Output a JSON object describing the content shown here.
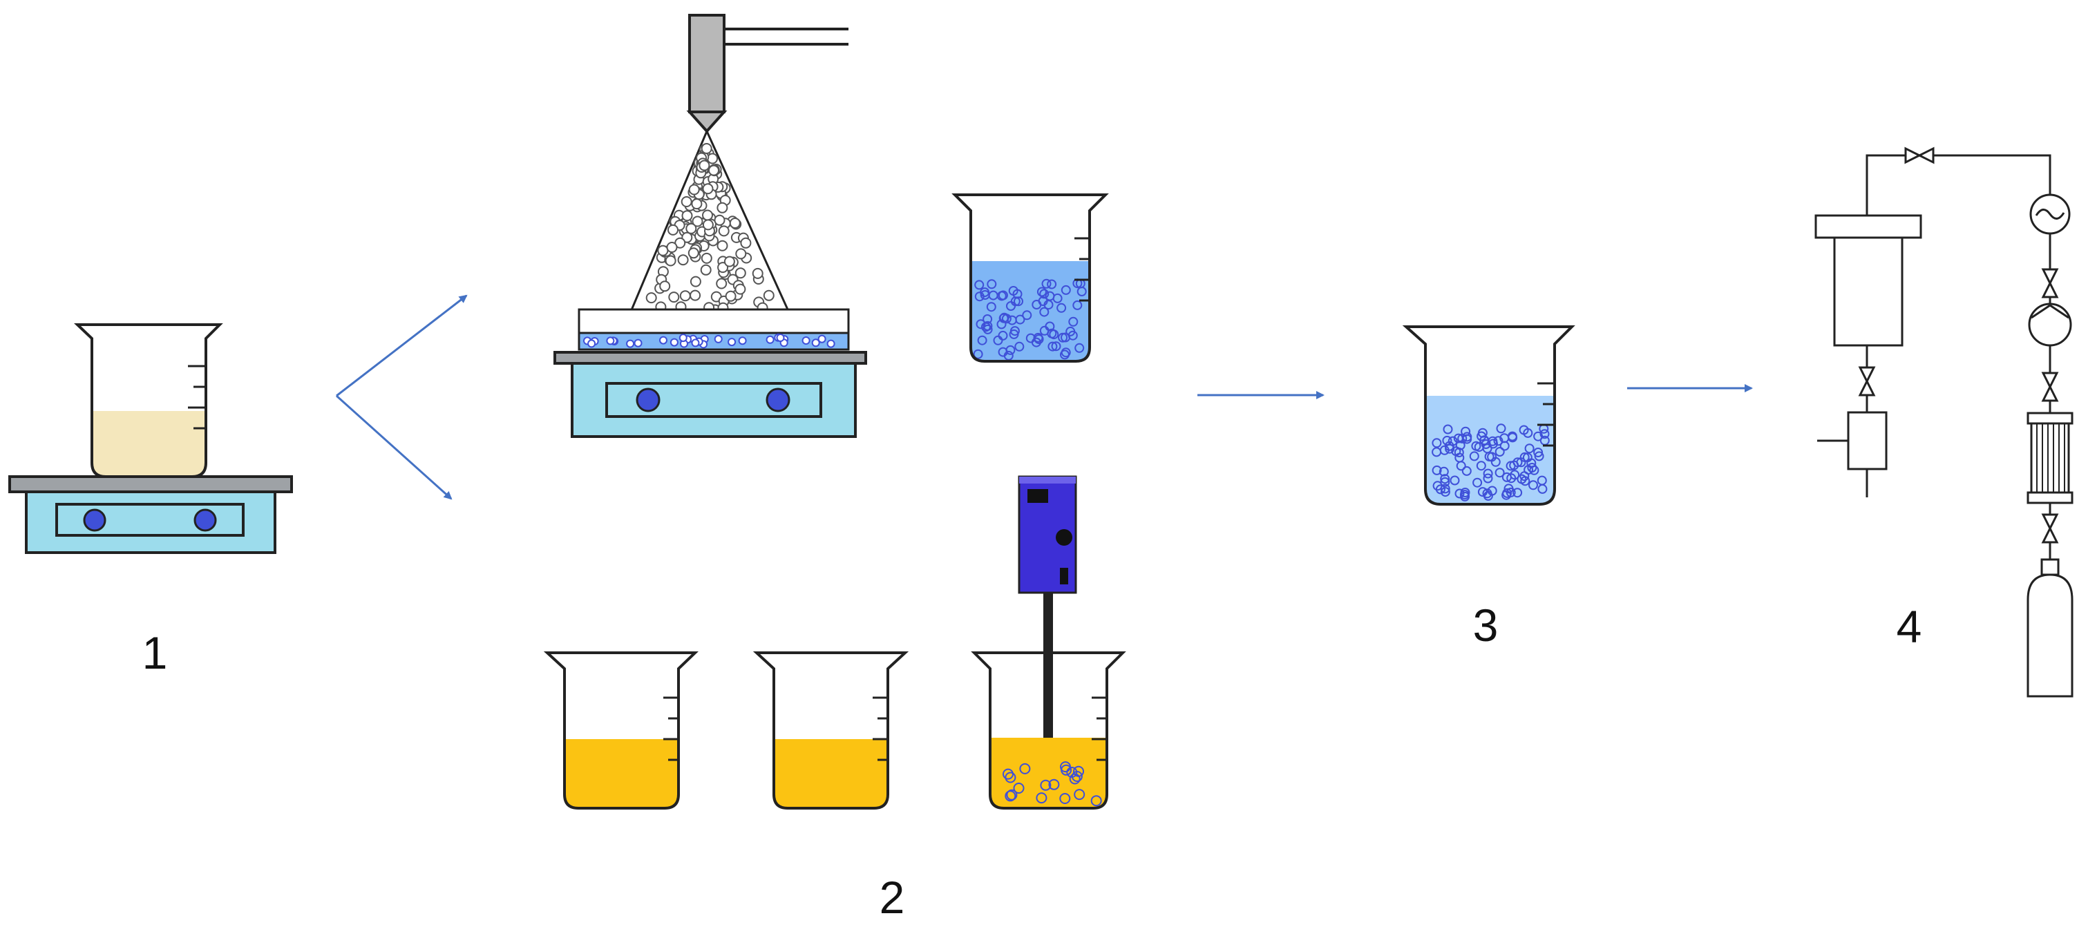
{
  "steps": [
    {
      "id": "1",
      "label": "1"
    },
    {
      "id": "2",
      "label": "2"
    },
    {
      "id": "3",
      "label": "3"
    },
    {
      "id": "4",
      "label": "4"
    }
  ],
  "colors": {
    "stroke": "#222222",
    "arrow": "#4472c4",
    "hotplate_top": "#9ea2a6",
    "hotplate_body": "#9cdcec",
    "knob": "#3f50d8",
    "solution_cream": "#f4e7bc",
    "solution_blue": "#7fb6f5",
    "solution_light_blue": "#a9d2fb",
    "solution_yellow": "#fbc312",
    "homogenizer": "#3d2fd6",
    "droplet": "#ffffff",
    "spray_nozzle": "#b8b8b8"
  },
  "icons": [
    "beaker-icon",
    "hotplate-icon",
    "spray-nozzle-icon",
    "homogenizer-icon",
    "valve-icon",
    "heat-exchanger-icon",
    "pump-icon",
    "filter-icon",
    "gas-cylinder-icon",
    "separator-vessel-icon",
    "arrow-icon"
  ]
}
